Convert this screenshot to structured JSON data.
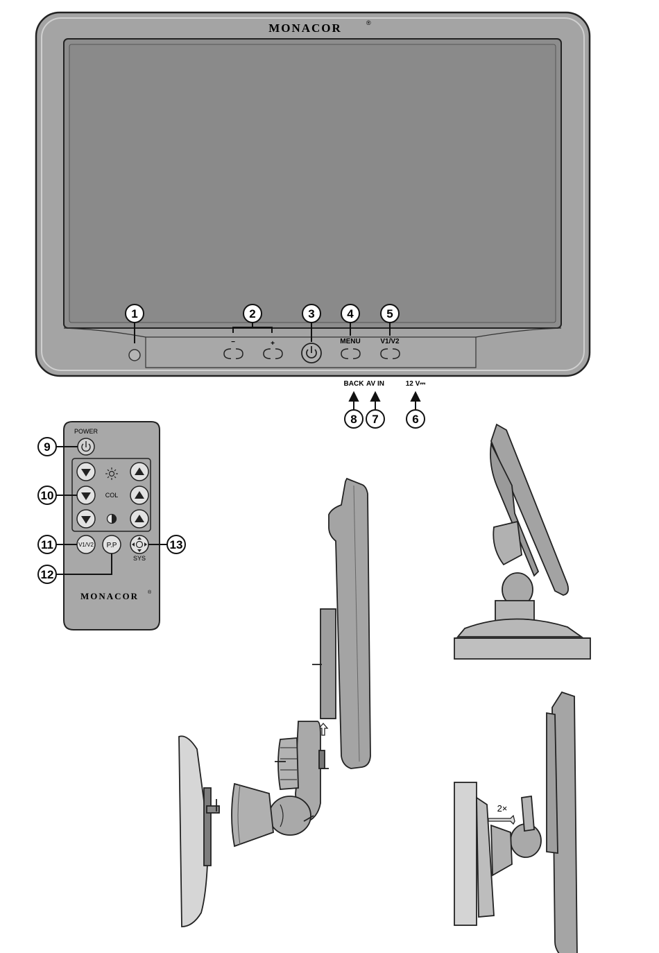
{
  "brand": "MONACOR",
  "registered": "®",
  "monitor": {
    "minus": "−",
    "plus": "+",
    "menu": "MENU",
    "v1v2": "V1/V2",
    "back": "BACK",
    "avin": "AV IN",
    "power12v": "12 V⎓"
  },
  "callouts": [
    "1",
    "2",
    "3",
    "4",
    "5",
    "6",
    "7",
    "8",
    "9",
    "10",
    "11",
    "12",
    "13"
  ],
  "remote": {
    "power": "POWER",
    "col": "COL",
    "v1v2": "V1/V2",
    "pp": "P.P",
    "sys": "SYS"
  },
  "wall_mount": {
    "screws": "2×"
  },
  "colors": {
    "bezel": "#a9a9a9",
    "screen": "#8c8c8c",
    "line": "#1a1a1a"
  }
}
